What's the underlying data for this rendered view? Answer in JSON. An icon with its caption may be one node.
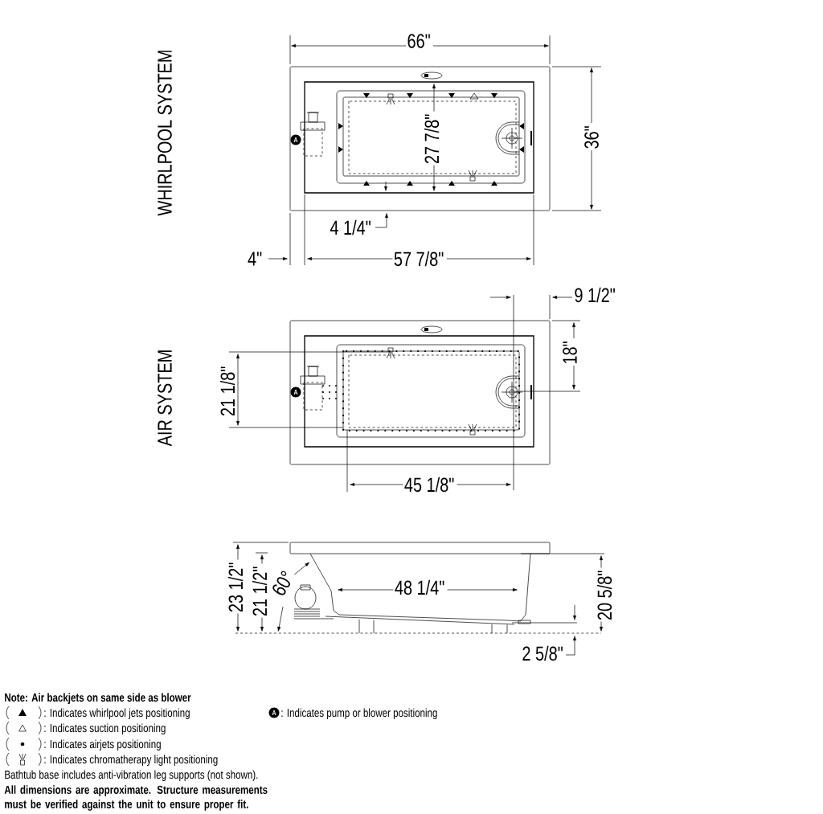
{
  "diagram": {
    "labels": [
      "WHIRLPOOL SYSTEM",
      "66\"",
      "36\"",
      "27 7/8\"",
      "A",
      "4 1/4\"",
      "4\"",
      "57 7/8\"",
      "AIR SYSTEM",
      "9 1/2\"",
      "18\"",
      "21 1/8\"",
      "A",
      "45 1/8\"",
      "23 1/2\"",
      "21 1/2\"",
      "60°",
      "48 1/4\"",
      "20 5/8\"",
      "2 5/8\"",
      "Note: Air backjets on same side as blower",
      "A",
      "Bathtub base includes anti-vibration leg supports (not shown).",
      "All dimensions are approximate. Structure measurements must be verified against the unit to ensure proper fit."
    ],
    "legend": [
      {
        "text": ": Indicates whirlpool jets positioning"
      },
      {
        "text": ": Indicates suction positioning"
      },
      {
        "text": ": Indicates airjets positioning"
      },
      {
        "text": ": Indicates chromatherapy light positioning"
      },
      {
        "text": ": Indicates pump or blower positioning"
      }
    ]
  }
}
